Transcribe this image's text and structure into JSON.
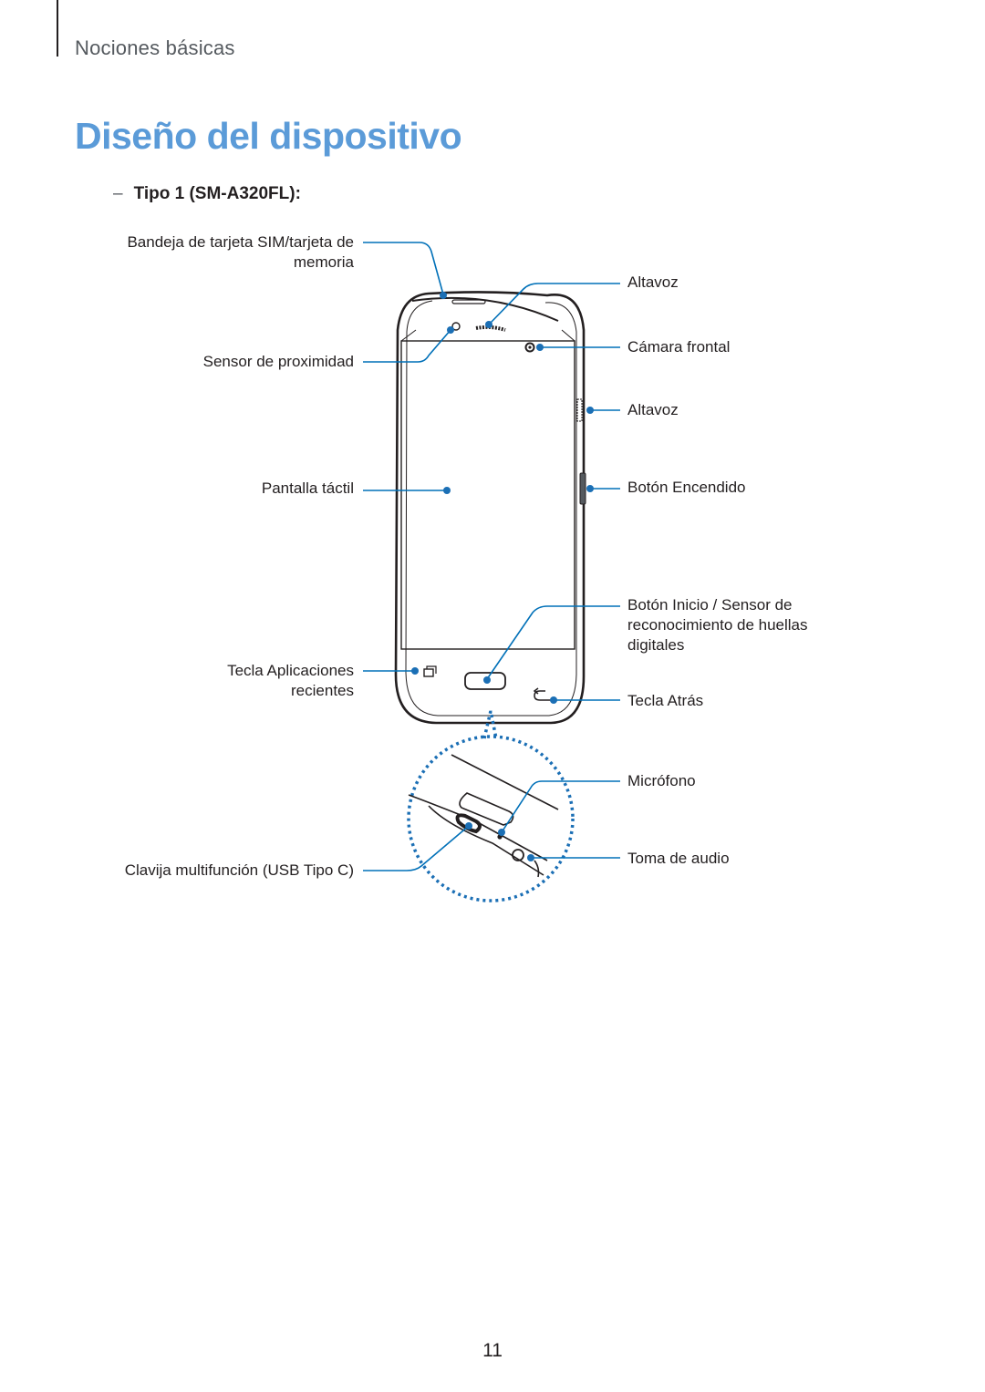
{
  "header": {
    "section": "Nociones básicas"
  },
  "title": "Diseño del dispositivo",
  "subhead": {
    "dash": "–",
    "text": "Tipo 1 (SM-A320FL):"
  },
  "callouts": {
    "sim_tray": "Bandeja de tarjeta SIM/tarjeta de memoria",
    "proximity_sensor": "Sensor de proximidad",
    "touch_screen": "Pantalla táctil",
    "recent_apps_key": "Tecla Aplicaciones recientes",
    "multipurpose_jack": "Clavija multifunción (USB Tipo C)",
    "speaker_top": "Altavoz",
    "front_camera": "Cámara frontal",
    "speaker_side": "Altavoz",
    "power_key": "Botón Encendido",
    "home_key": "Botón Inicio / Sensor de reconocimiento de huellas digitales",
    "back_key": "Tecla Atrás",
    "microphone": "Micrófono",
    "audio_jack": "Toma de audio"
  },
  "colors": {
    "title": "#5b9bd8",
    "callout": "#0070b8",
    "dots": "#1b6fb5"
  },
  "page_number": "11"
}
